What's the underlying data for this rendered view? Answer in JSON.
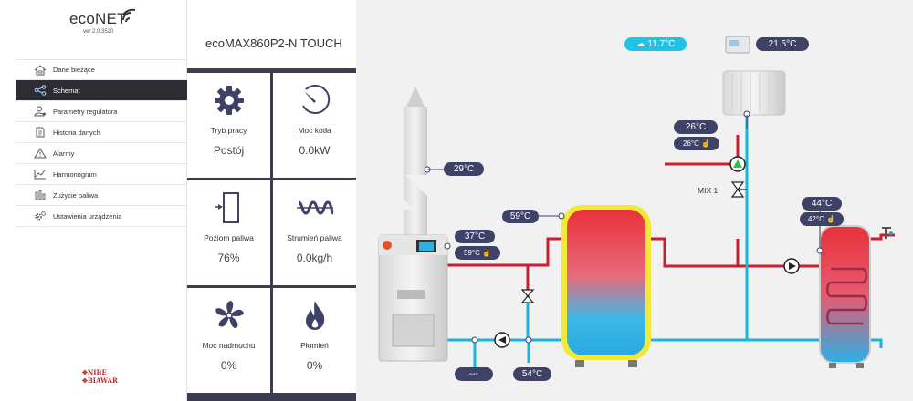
{
  "app": {
    "logo_text": "ecoNET",
    "version": "ver 2.0.3520",
    "brand_line1": "NIBE",
    "brand_line2": "BIAWAR"
  },
  "menu": [
    {
      "label": "Dane bieżące",
      "icon": "home-icon",
      "active": false
    },
    {
      "label": "Schemat",
      "icon": "schema-icon",
      "active": true
    },
    {
      "label": "Parametry regulatora",
      "icon": "user-settings-icon",
      "active": false
    },
    {
      "label": "Historia danych",
      "icon": "document-icon",
      "active": false
    },
    {
      "label": "Alarmy",
      "icon": "warning-icon",
      "active": false
    },
    {
      "label": "Harmonogram",
      "icon": "chart-icon",
      "active": false
    },
    {
      "label": "Zużycie paliwa",
      "icon": "fuel-bars-icon",
      "active": false
    },
    {
      "label": "Ustawienia urządzenia",
      "icon": "gears-icon",
      "active": false
    }
  ],
  "device": {
    "title": "ecoMAX860P2-N TOUCH"
  },
  "tiles": [
    {
      "label": "Tryb pracy",
      "value": "Postój",
      "icon": "gear-icon"
    },
    {
      "label": "Moc kotła",
      "value": "0.0kW",
      "icon": "gauge-icon"
    },
    {
      "label": "Poziom paliwa",
      "value": "76%",
      "icon": "fuel-level-icon"
    },
    {
      "label": "Strumień paliwa",
      "value": "0.0kg/h",
      "icon": "auger-icon"
    },
    {
      "label": "Moc nadmuchu",
      "value": "0%",
      "icon": "fan-icon"
    },
    {
      "label": "Płomień",
      "value": "0%",
      "icon": "flame-icon"
    }
  ],
  "schematic": {
    "outdoor_temp": "11.7°C",
    "room_temp": "21.5°C",
    "exhaust_temp": "29°C",
    "boiler_temp": "37°C",
    "boiler_set": "59°C",
    "buffer_top_temp": "59°C",
    "buffer_bottom_temp": "54°C",
    "return_temp": "---",
    "mix_temp": "26°C",
    "mix_set": "26°C",
    "mix_label": "MIX 1",
    "dhw_temp": "44°C",
    "dhw_set": "42°C"
  },
  "colors": {
    "sidebar_active": "#2b2d33",
    "tiles_bg": "#3c3d4e",
    "badge": "#3e4266",
    "badge_outdoor": "#1fc3e6",
    "pipe_hot": "#c9202f",
    "pipe_cold": "#19b5dc",
    "pump_green": "#27c24c"
  }
}
